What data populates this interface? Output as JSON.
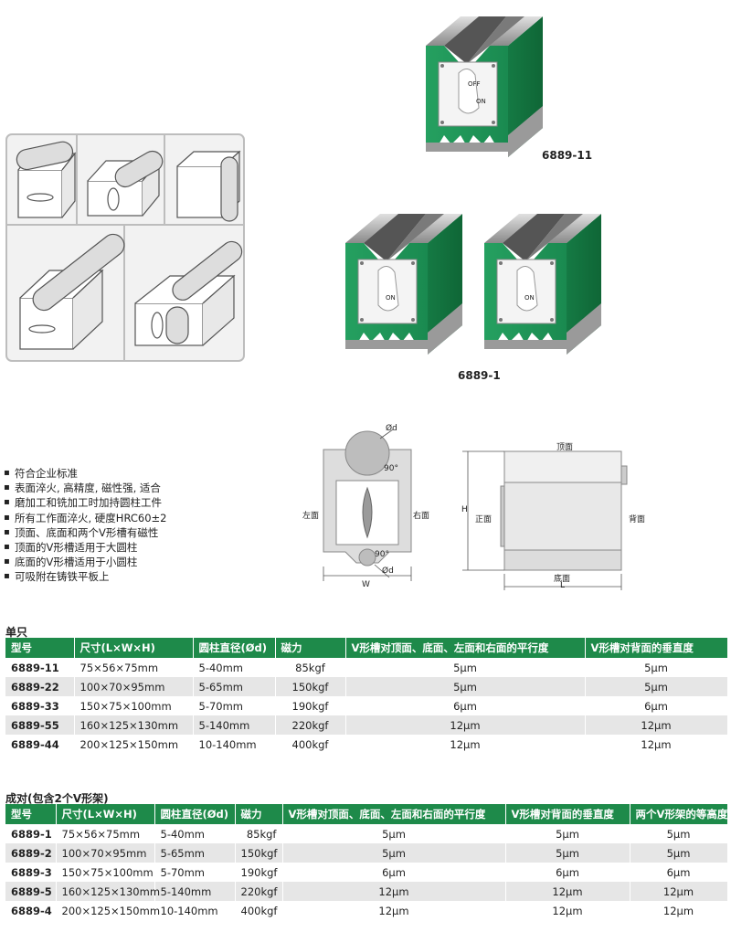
{
  "products": {
    "top_label": "6889-11",
    "pair_label": "6889-1",
    "switch_on": "ON",
    "switch_off": "OFF"
  },
  "features": [
    "符合企业标准",
    "表面淬火, 高精度, 磁性强, 适合",
    "磨加工和铣加工时加持圆柱工件",
    "所有工作面淬火, 硬度HRC60±2",
    "顶面、底面和两个V形槽有磁性",
    "顶面的V形槽适用于大圆柱",
    "底面的V形槽适用于小圆柱",
    "可吸附在铸铁平板上"
  ],
  "diagram_front": {
    "left": "左面",
    "right": "右面",
    "d_top": "Ød",
    "d_bottom": "Ød",
    "angle_top": "90°",
    "angle_bottom": "90°",
    "width": "W"
  },
  "diagram_side": {
    "top": "顶面",
    "front": "正面",
    "back": "背面",
    "bottom": "底面",
    "height": "H",
    "length": "L"
  },
  "single": {
    "title": "单只",
    "headers": [
      "型号",
      "尺寸(L×W×H)",
      "圆柱直径(Ød)",
      "磁力",
      "V形槽对顶面、底面、左面和右面的平行度",
      "V形槽对背面的垂直度"
    ],
    "rows": [
      [
        "6889-11",
        "75×56×75mm",
        "5-40mm",
        "85kgf",
        "5μm",
        "5μm"
      ],
      [
        "6889-22",
        "100×70×95mm",
        "5-65mm",
        "150kgf",
        "5μm",
        "5μm"
      ],
      [
        "6889-33",
        "150×75×100mm",
        "5-70mm",
        "190kgf",
        "6μm",
        "6μm"
      ],
      [
        "6889-55",
        "160×125×130mm",
        "5-140mm",
        "220kgf",
        "12μm",
        "12μm"
      ],
      [
        "6889-44",
        "200×125×150mm",
        "10-140mm",
        "400kgf",
        "12μm",
        "12μm"
      ]
    ]
  },
  "pair": {
    "title": "成对(包含2个V形架)",
    "headers": [
      "型号",
      "尺寸(L×W×H)",
      "圆柱直径(Ød)",
      "磁力",
      "V形槽对顶面、底面、左面和右面的平行度",
      "V形槽对背面的垂直度",
      "两个V形架的等高度"
    ],
    "rows": [
      [
        "6889-1",
        "75×56×75mm",
        "5-40mm",
        "85kgf",
        "5μm",
        "5μm",
        "5μm"
      ],
      [
        "6889-2",
        "100×70×95mm",
        "5-65mm",
        "150kgf",
        "5μm",
        "5μm",
        "5μm"
      ],
      [
        "6889-3",
        "150×75×100mm",
        "5-70mm",
        "190kgf",
        "6μm",
        "6μm",
        "6μm"
      ],
      [
        "6889-5",
        "160×125×130mm",
        "5-140mm",
        "220kgf",
        "12μm",
        "12μm",
        "12μm"
      ],
      [
        "6889-4",
        "200×125×150mm",
        "10-140mm",
        "400kgf",
        "12μm",
        "12μm",
        "12μm"
      ]
    ]
  }
}
